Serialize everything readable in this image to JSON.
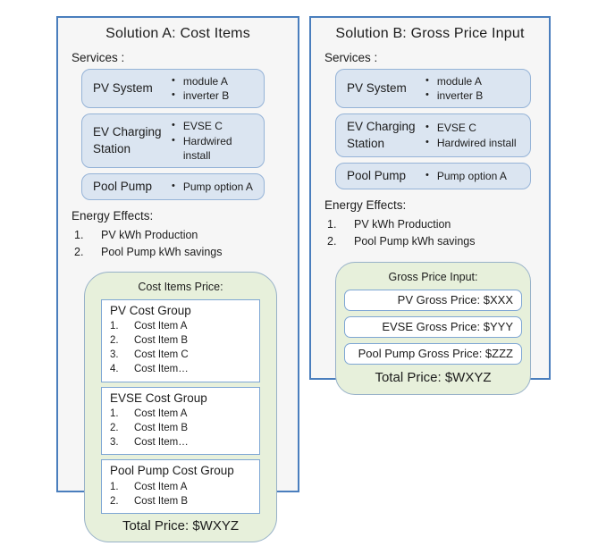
{
  "colors": {
    "panel_border": "#4a7ebd",
    "panel_bg": "#f6f6f6",
    "service_fill": "#dbe5f1",
    "service_border": "#95b3d7",
    "green_fill": "#e7f0db",
    "green_border": "#97b1c8",
    "inner_border": "#7ea6d4",
    "text": "#1c1c1c"
  },
  "solution_a": {
    "title": "Solution A: Cost Items",
    "services_label": "Services :",
    "services": [
      {
        "name": "PV System",
        "bullets": [
          "module A",
          "inverter B"
        ]
      },
      {
        "name": "EV Charging Station",
        "bullets": [
          "EVSE C",
          "Hardwired install"
        ]
      },
      {
        "name": "Pool Pump",
        "bullets": [
          "Pump option A"
        ]
      }
    ],
    "energy_effects_label": "Energy Effects:",
    "energy_effects": [
      "PV kWh Production",
      "Pool Pump kWh savings"
    ],
    "price_box": {
      "title": "Cost Items Price:",
      "groups": [
        {
          "name": "PV Cost Group",
          "items": [
            "Cost Item A",
            "Cost Item B",
            "Cost Item C",
            "Cost Item…"
          ]
        },
        {
          "name": "EVSE Cost Group",
          "items": [
            "Cost Item A",
            "Cost Item B",
            "Cost Item…"
          ]
        },
        {
          "name": "Pool Pump Cost Group",
          "items": [
            "Cost Item A",
            "Cost Item B"
          ]
        }
      ],
      "total": "Total Price: $WXYZ"
    }
  },
  "solution_b": {
    "title": "Solution B: Gross Price Input",
    "services_label": "Services :",
    "services": [
      {
        "name": "PV System",
        "bullets": [
          "module A",
          "inverter B"
        ]
      },
      {
        "name": "EV Charging Station",
        "bullets": [
          "EVSE C",
          "Hardwired install"
        ]
      },
      {
        "name": "Pool Pump",
        "bullets": [
          "Pump option A"
        ]
      }
    ],
    "energy_effects_label": "Energy Effects:",
    "energy_effects": [
      "PV kWh Production",
      "Pool Pump kWh savings"
    ],
    "price_box": {
      "title": "Gross Price Input:",
      "inputs": [
        "PV Gross Price: $XXX",
        "EVSE Gross Price: $YYY",
        "Pool Pump Gross Price: $ZZZ"
      ],
      "total": "Total Price: $WXYZ"
    }
  }
}
